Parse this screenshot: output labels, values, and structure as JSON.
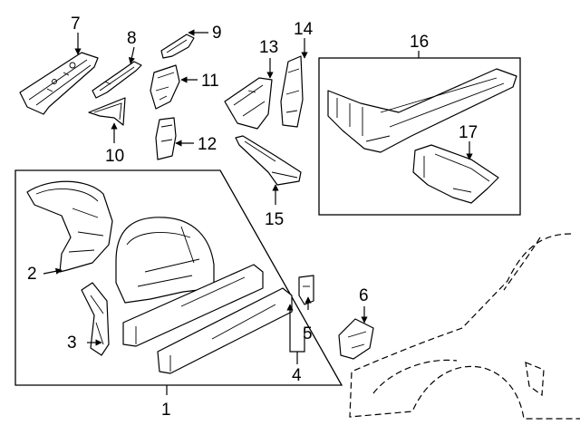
{
  "diagram": {
    "colors": {
      "ink": "#000000",
      "background": "#ffffff"
    },
    "callouts": [
      {
        "id": "1",
        "label": "1"
      },
      {
        "id": "2",
        "label": "2"
      },
      {
        "id": "3",
        "label": "3"
      },
      {
        "id": "4",
        "label": "4"
      },
      {
        "id": "5",
        "label": "5"
      },
      {
        "id": "6",
        "label": "6"
      },
      {
        "id": "7",
        "label": "7"
      },
      {
        "id": "8",
        "label": "8"
      },
      {
        "id": "9",
        "label": "9"
      },
      {
        "id": "10",
        "label": "10"
      },
      {
        "id": "11",
        "label": "11"
      },
      {
        "id": "12",
        "label": "12"
      },
      {
        "id": "13",
        "label": "13"
      },
      {
        "id": "14",
        "label": "14"
      },
      {
        "id": "15",
        "label": "15"
      },
      {
        "id": "16",
        "label": "16"
      },
      {
        "id": "17",
        "label": "17"
      }
    ]
  }
}
